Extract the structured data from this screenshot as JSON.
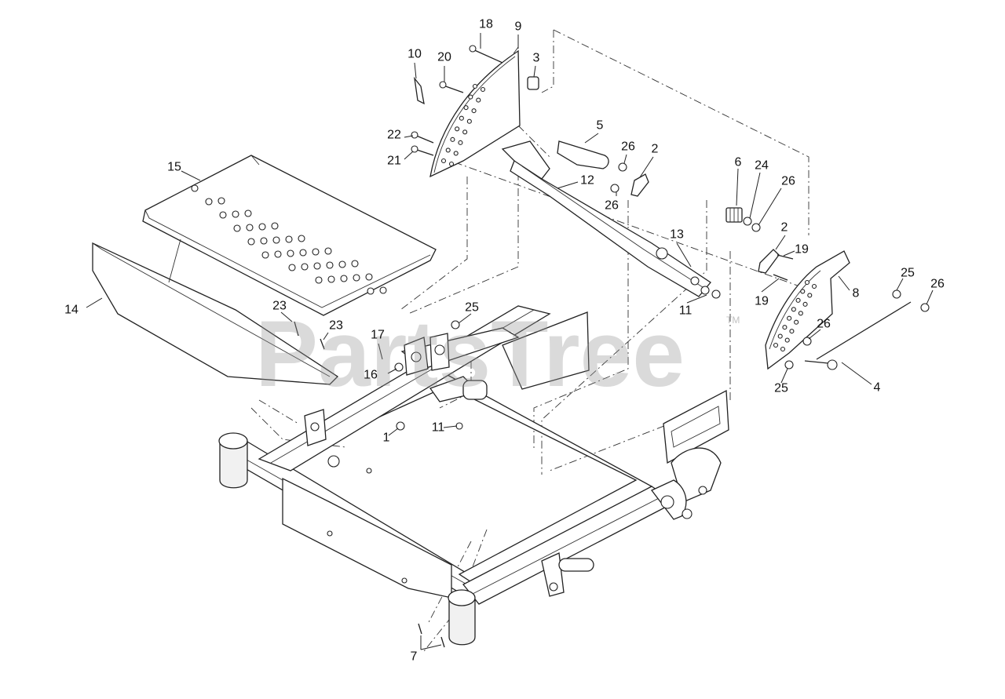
{
  "watermark": {
    "text": "PartsTree",
    "trademark": "TM"
  },
  "callouts": [
    "1",
    "2",
    "2",
    "3",
    "4",
    "5",
    "6",
    "7",
    "8",
    "9",
    "10",
    "11",
    "11",
    "12",
    "13",
    "14",
    "15",
    "16",
    "17",
    "18",
    "19",
    "19",
    "20",
    "21",
    "22",
    "23",
    "23",
    "24",
    "25",
    "25",
    "25",
    "26",
    "26",
    "26",
    "26"
  ],
  "colors": {
    "line": "#222222",
    "background": "#ffffff",
    "watermark": "#969696"
  }
}
